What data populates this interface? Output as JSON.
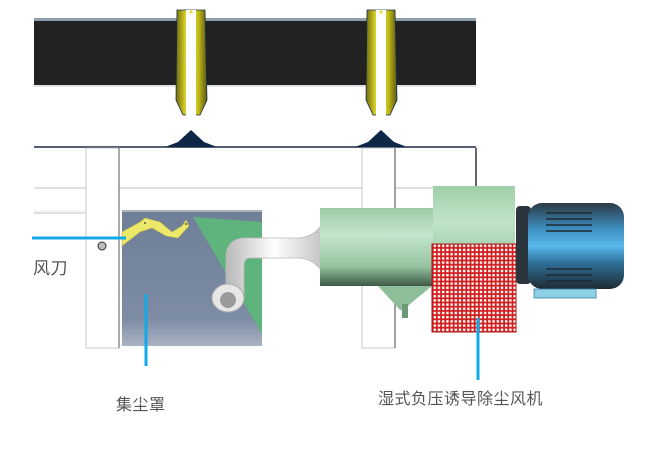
{
  "diagram": {
    "title": "",
    "colors": {
      "belt": "#222222",
      "nozzle_yellow": "#e8e02a",
      "nozzle_tip": "#0e2747",
      "frame": "#ffffff",
      "frame_line": "#c8c8c8",
      "hood": "#7a8aa3",
      "hood_green": "#5fb37c",
      "blade_yellow": "#ece86a",
      "pipe_white": "#f2f2f2",
      "duct_green": "#a8d4b2",
      "grille_red": "#d42020",
      "motor_blue": "#3aa0d8",
      "motor_dark": "#2d3a44",
      "callout_line": "#11a9e8",
      "label_text": "#555555"
    },
    "labels": {
      "air_knife": "风刀",
      "dust_hood": "集尘罩",
      "fan": "湿式负压诱导除尘风机"
    },
    "components": [
      {
        "id": "conveyor-belt",
        "name": "Conveyor belt"
      },
      {
        "id": "nozzle-1",
        "name": "Nozzle"
      },
      {
        "id": "nozzle-2",
        "name": "Nozzle"
      },
      {
        "id": "air-knife",
        "name": "风刀"
      },
      {
        "id": "dust-hood",
        "name": "集尘罩"
      },
      {
        "id": "suction-pipe",
        "name": "Suction pipe"
      },
      {
        "id": "wet-fan",
        "name": "湿式负压诱导除尘风机"
      },
      {
        "id": "motor",
        "name": "Motor"
      }
    ]
  }
}
